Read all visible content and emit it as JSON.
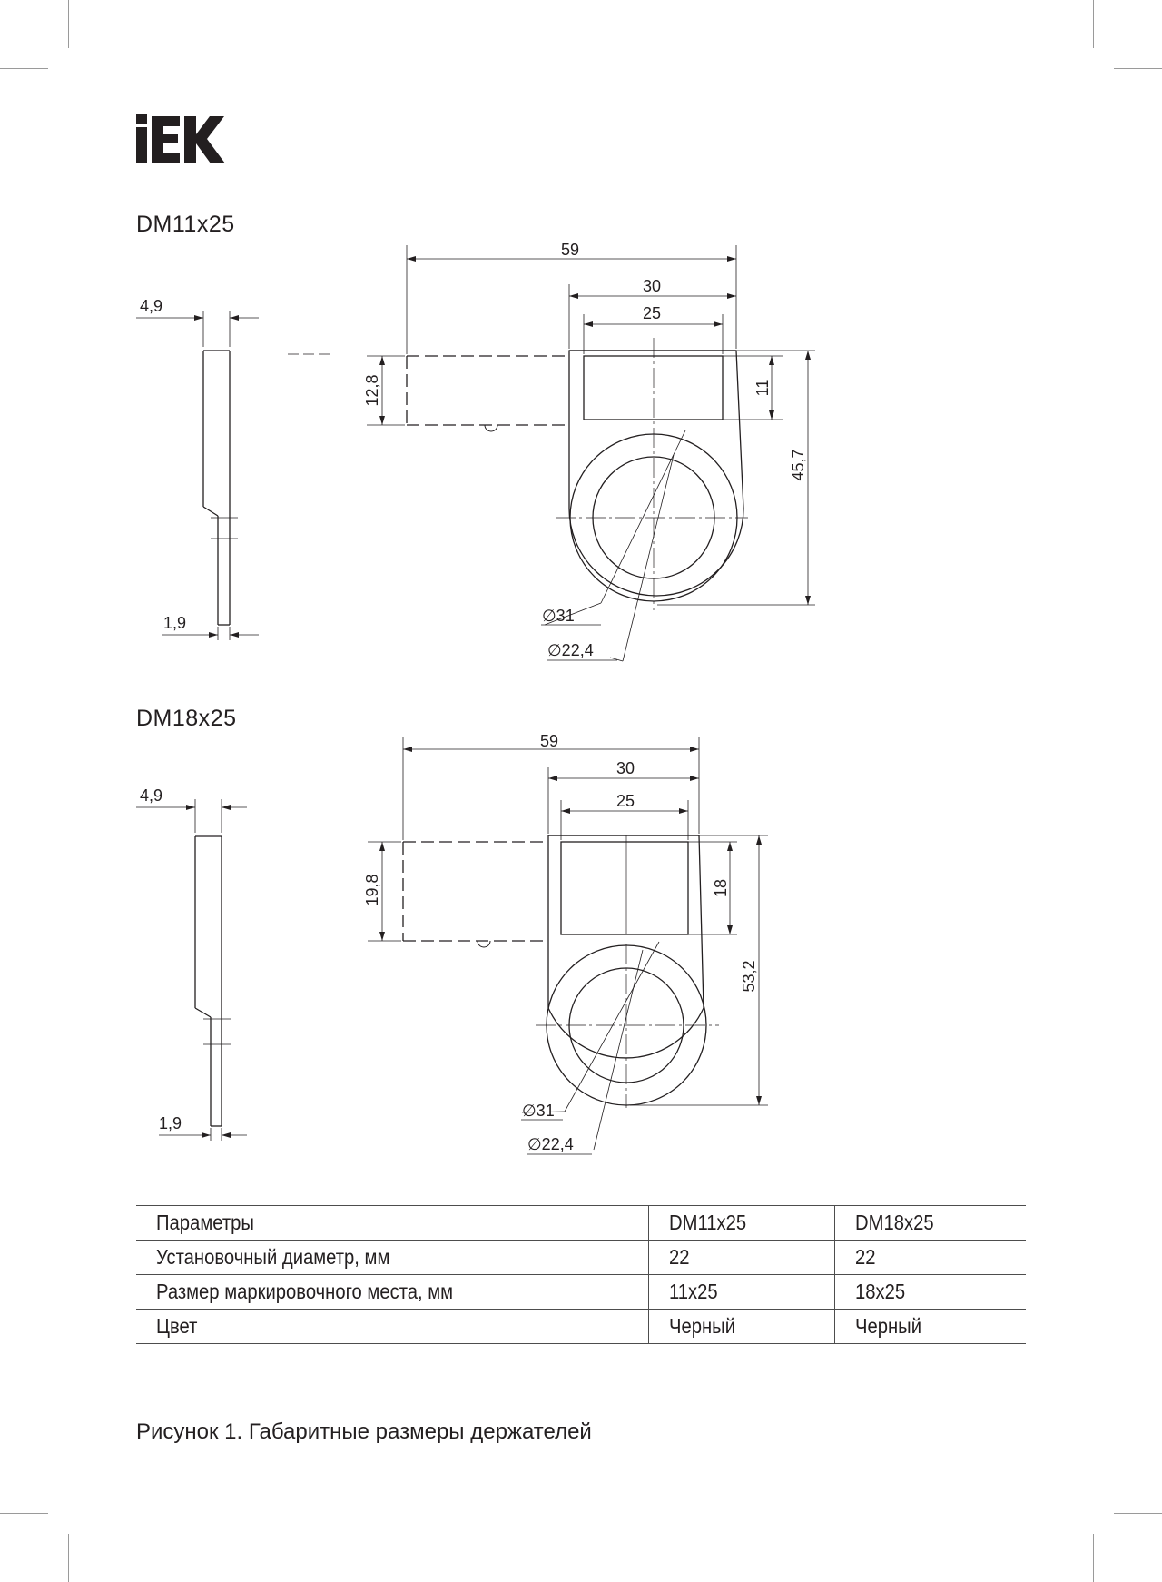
{
  "brand": {
    "logo_text": "IEK"
  },
  "figures": [
    {
      "model": "DM11x25",
      "dims": {
        "total_width": "59",
        "body_width": "30",
        "label_width": "25",
        "label_height": "11",
        "tab_height": "12,8",
        "overall_height": "45,7",
        "outer_diameter": "∅31",
        "inner_diameter": "∅22,4",
        "side_thickness": "4,9",
        "side_tip": "1,9"
      }
    },
    {
      "model": "DM18x25",
      "dims": {
        "total_width": "59",
        "body_width": "30",
        "label_width": "25",
        "label_height": "18",
        "tab_height": "19,8",
        "overall_height": "53,2",
        "outer_diameter": "∅31",
        "inner_diameter": "∅22,4",
        "side_thickness": "4,9",
        "side_tip": "1,9"
      }
    }
  ],
  "table": {
    "headers": [
      "Параметры",
      "DM11x25",
      "DM18x25"
    ],
    "rows": [
      [
        "Установочный диаметр, мм",
        "22",
        "22"
      ],
      [
        "Размер маркировочного места, мм",
        "11x25",
        "18x25"
      ],
      [
        "Цвет",
        "Черный",
        "Черный"
      ]
    ]
  },
  "caption": "Рисунок 1. Габаритные размеры держателей"
}
